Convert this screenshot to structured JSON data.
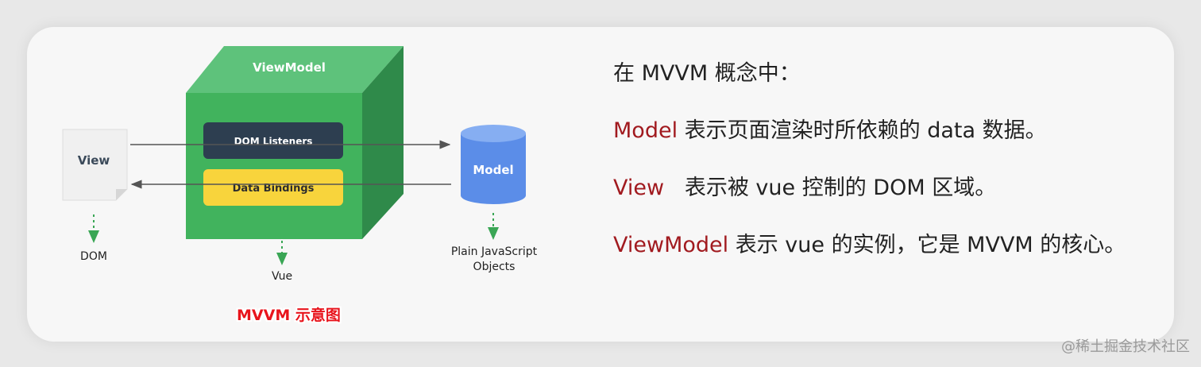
{
  "diagram": {
    "viewmodel_label": "ViewModel",
    "dom_listeners_label": "DOM Listeners",
    "data_bindings_label": "Data Bindings",
    "view_label": "View",
    "model_label": "Model",
    "dom_label": "DOM",
    "vue_label": "Vue",
    "plain_js_line1": "Plain JavaScript",
    "plain_js_line2": "Objects",
    "caption": "MVVM 示意图",
    "colors": {
      "cube_front": "#41b35d",
      "cube_top": "#5ec27b",
      "cube_side": "#2f8a4a",
      "dom_listeners_bar": "#2d3e50",
      "data_bindings_bar": "#f8d43c",
      "model_cylinder": "#5b8de8",
      "view_page": "#f0f0f0",
      "arrow_green": "#3aa655"
    }
  },
  "explanation": {
    "intro": "在 MVVM 概念中：",
    "model_term": "Model",
    "model_desc": " 表示页面渲染时所依赖的 data 数据。",
    "view_term": "View",
    "view_desc": "   表示被 vue 控制的 DOM 区域。",
    "viewmodel_term": "ViewModel",
    "viewmodel_desc": " 表示 vue 的实例，它是 MVVM 的核心。",
    "term_color": "#a11a1f"
  },
  "watermark": "@稀土掘金技术社区"
}
